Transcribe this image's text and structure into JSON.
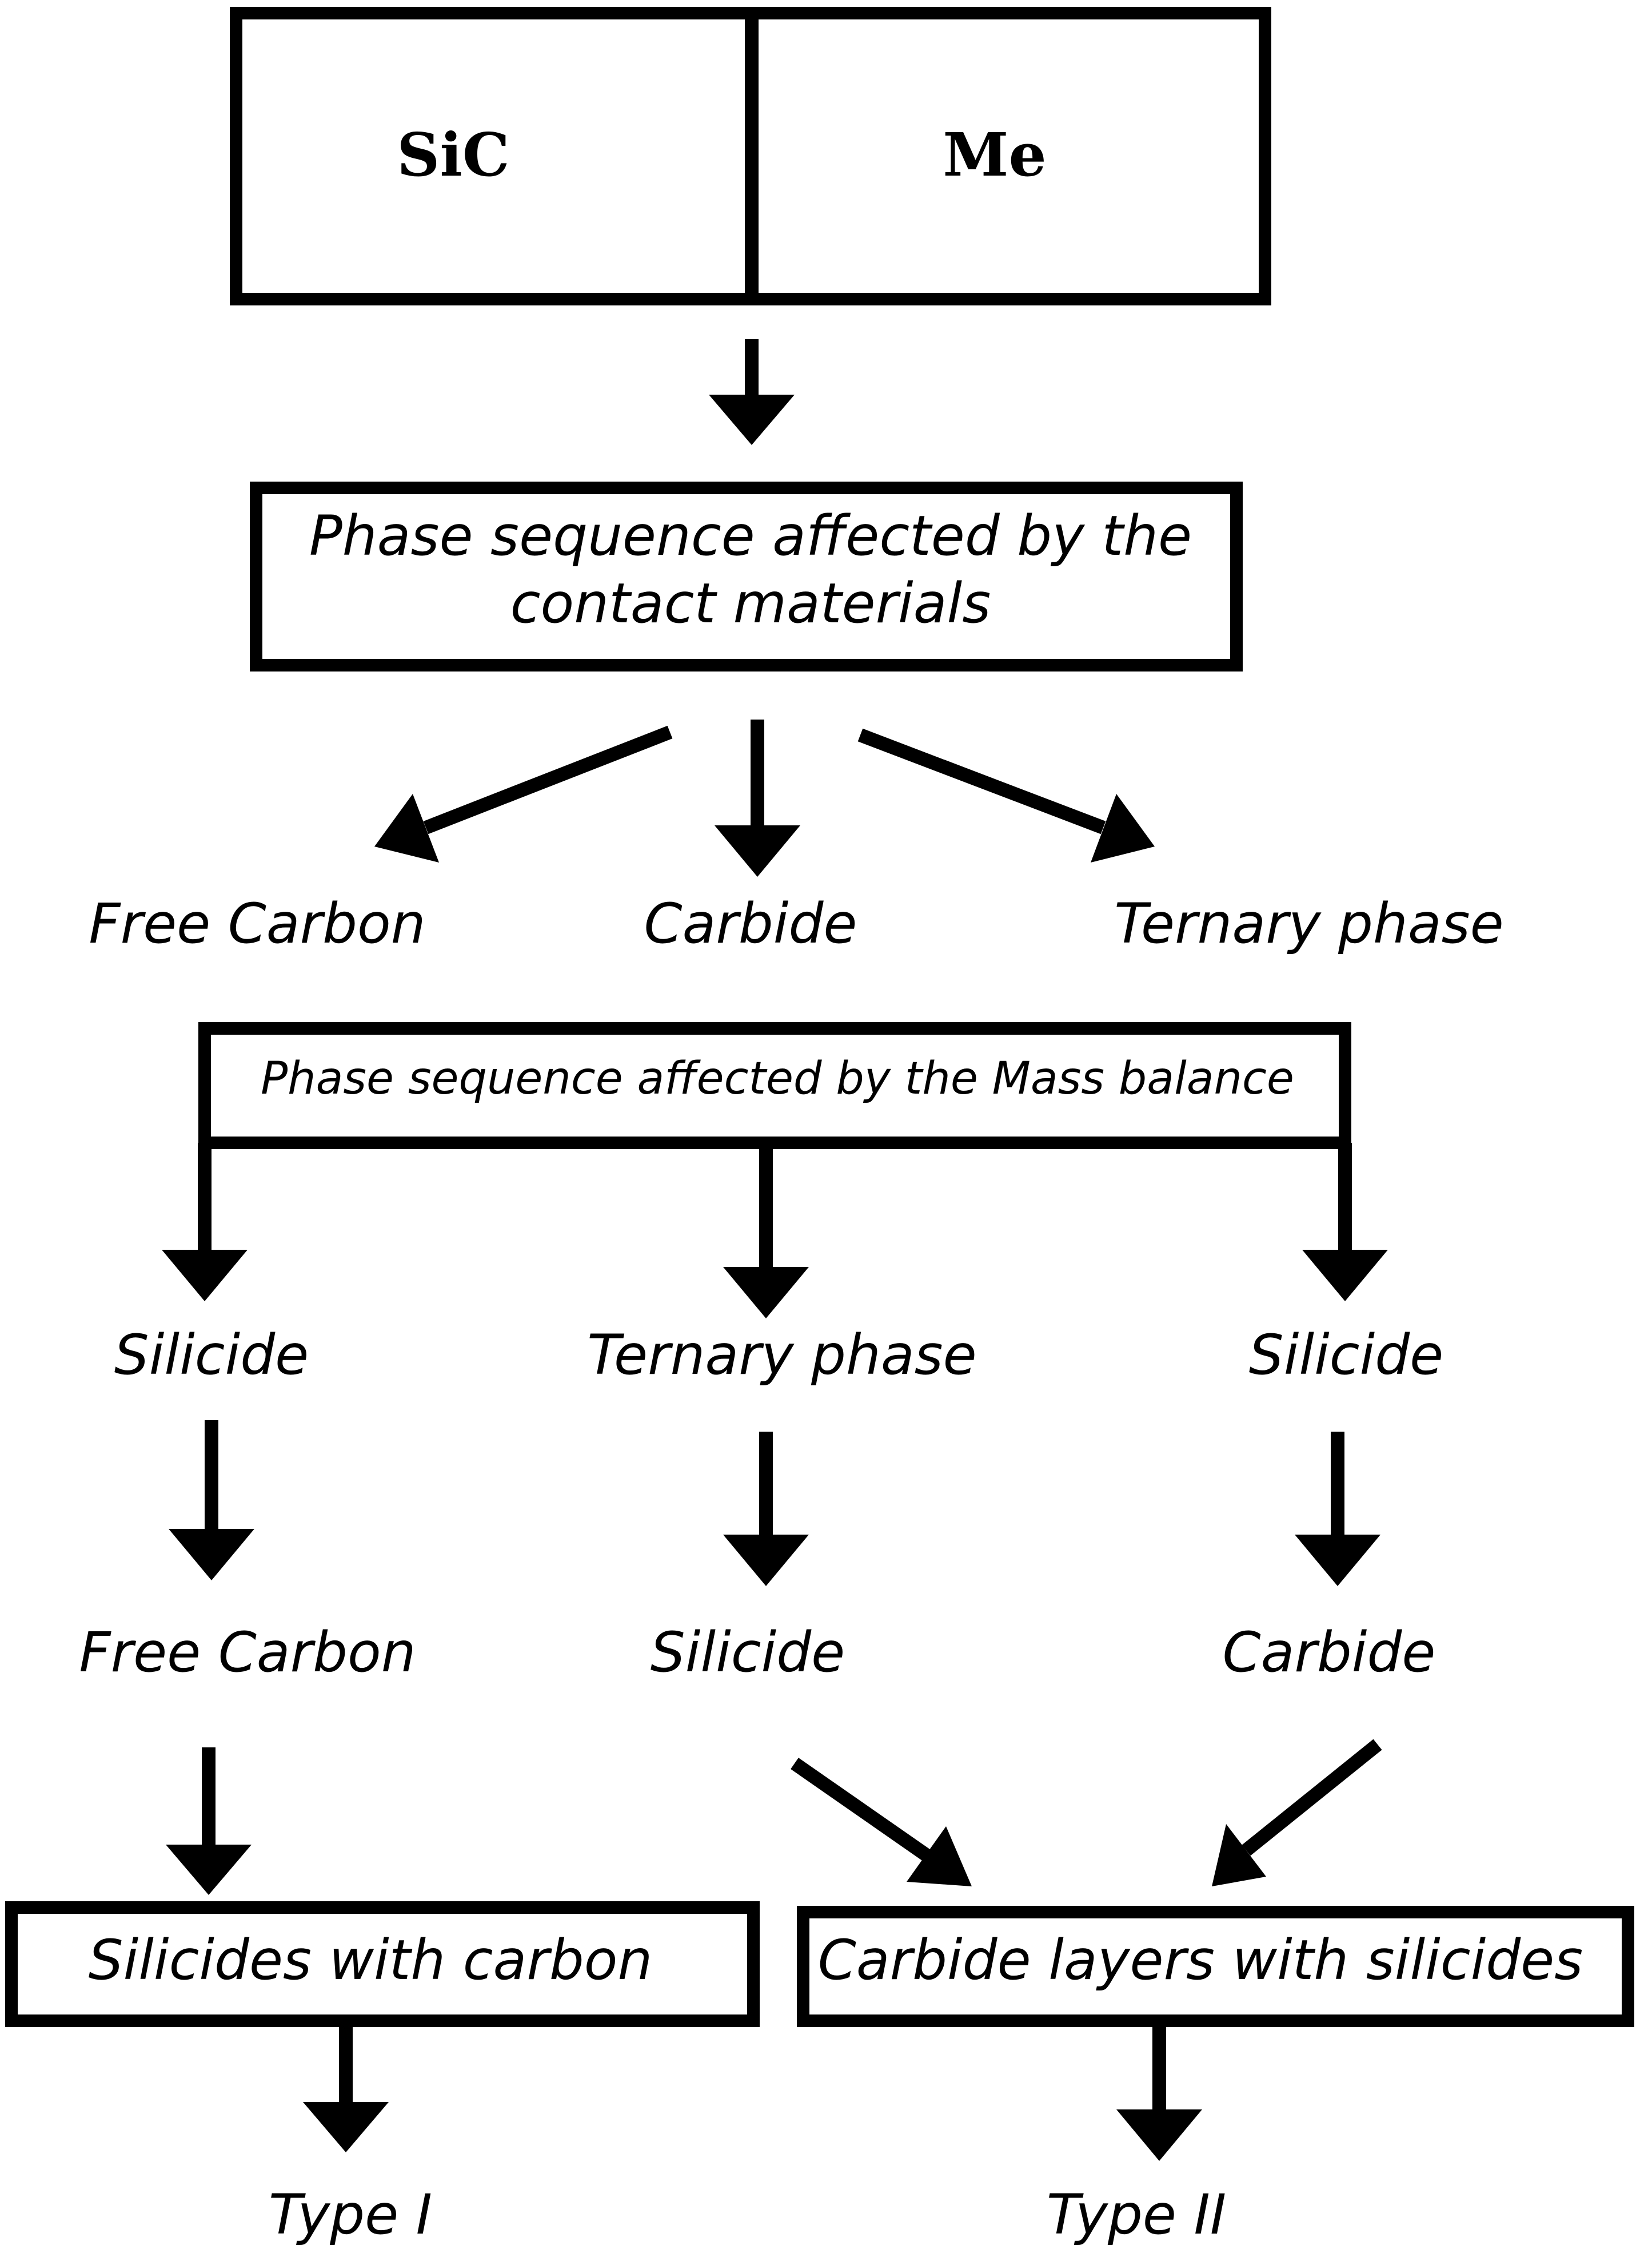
{
  "top_box": {
    "left": "SiC",
    "right": "Me"
  },
  "contact": {
    "line1": "Phase sequence affected by the",
    "line2": "contact materials"
  },
  "contact_products": {
    "free_carbon": "Free Carbon",
    "carbide": "Carbide",
    "ternary_phase": "Ternary phase"
  },
  "mass_balance": {
    "label": "Phase sequence affected by the Mass balance"
  },
  "left_branch": {
    "first": "Silicide",
    "second": "Free Carbon"
  },
  "middle_branch": {
    "first": "Ternary phase",
    "second": "Silicide"
  },
  "right_branch": {
    "first": "Silicide",
    "second": "Carbide"
  },
  "results": {
    "left_box": "Silicides with carbon",
    "right_box": "Carbide layers with silicides"
  },
  "types": {
    "left": "Type I",
    "right": "Type II"
  }
}
